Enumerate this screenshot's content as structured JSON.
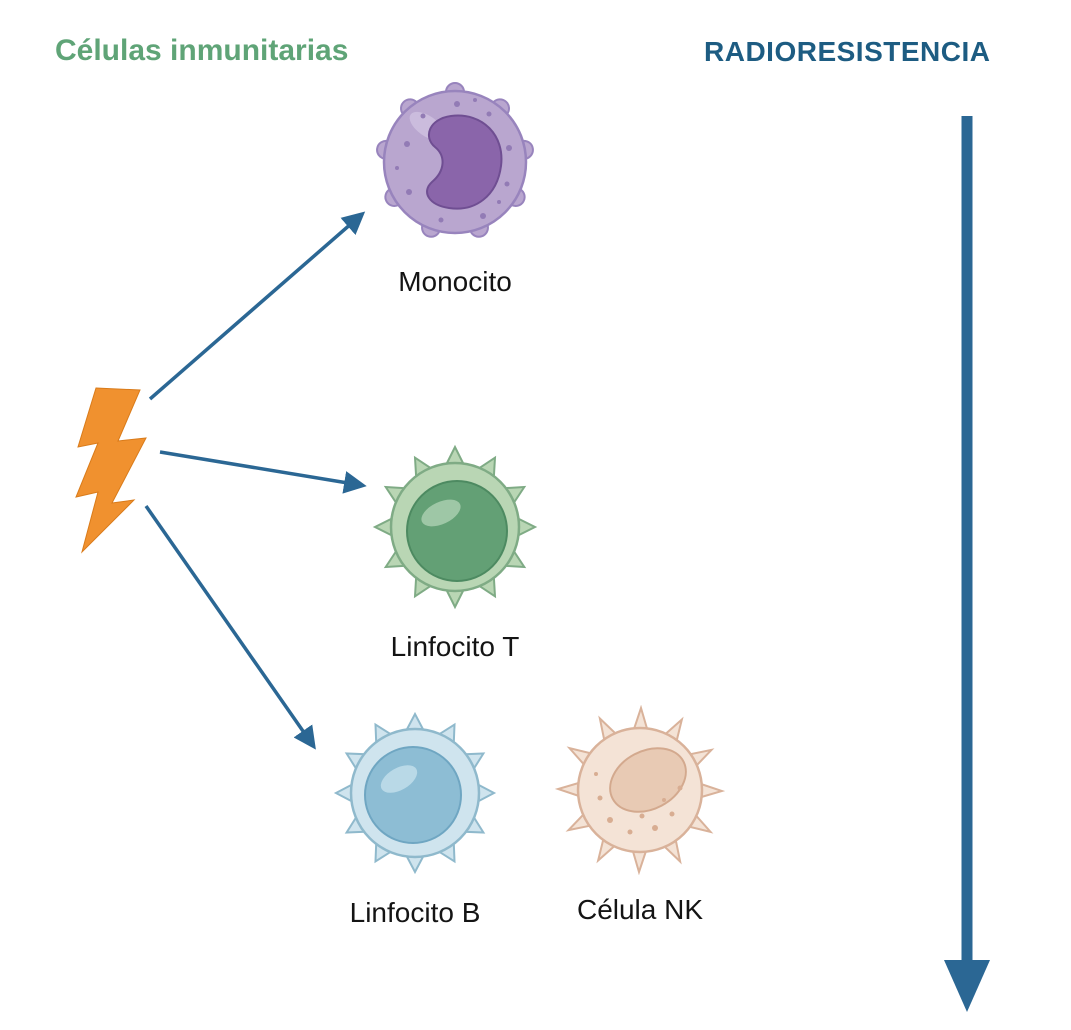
{
  "header": {
    "title_left": "Células inmunitarias",
    "title_right": "RADIORESISTENCIA"
  },
  "cells": {
    "monocito": {
      "label": "Monocito"
    },
    "linfocito_t": {
      "label": "Linfocito T"
    },
    "linfocito_b": {
      "label": "Linfocito B"
    },
    "celula_nk": {
      "label": "Célula NK"
    }
  },
  "icons": {
    "lightning": "radiation-bolt-icon",
    "down_arrow": "radioresistance-scale-arrow"
  },
  "colors": {
    "title_left": "#5fa477",
    "title_right": "#1d5c82",
    "arrow": "#2b6794",
    "lightning": "#f0912f",
    "monocito_body": "#b9a6cf",
    "monocito_nucleus": "#8a65aa",
    "linfocito_t_body": "#b9d6b4",
    "linfocito_t_nucleus": "#63a075",
    "linfocito_b_body": "#cfe4ee",
    "linfocito_b_nucleus": "#8dbdd4",
    "celula_nk_body": "#f4e3d6",
    "celula_nk_nucleus": "#e8cab4"
  }
}
